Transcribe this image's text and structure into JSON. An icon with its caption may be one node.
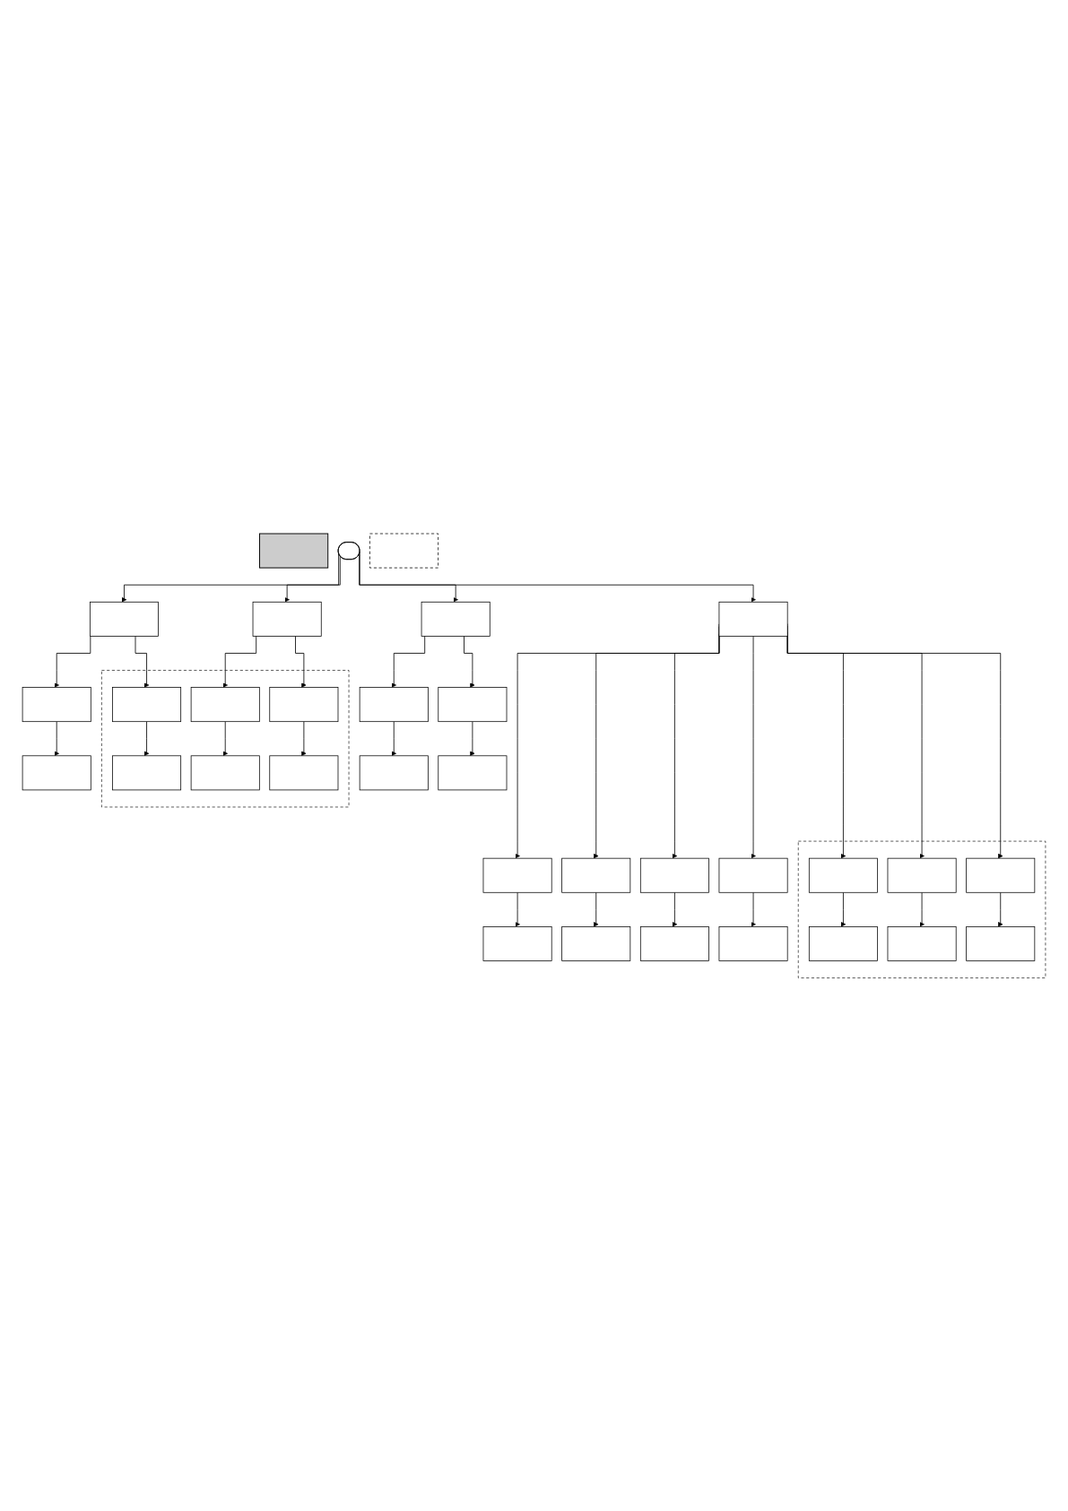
{
  "diagram": {
    "nodes": [
      {
        "text": [],
        "shape": "bar"
      },
      {
        "text": [],
        "shape": "stadium"
      },
      {
        "text": [],
        "shape": "box"
      },
      {
        "text": [],
        "shape": "box"
      },
      {
        "text": [],
        "shape": "box"
      },
      {
        "text": [],
        "shape": "box"
      },
      {
        "text": [],
        "shape": "box"
      },
      {
        "text": [],
        "shape": "box"
      },
      {
        "text": [],
        "shape": "box",
        "in": 6
      },
      {
        "text": [],
        "shape": "box",
        "in": 6
      },
      {
        "text": [],
        "shape": "box",
        "in": 6
      },
      {
        "text": [],
        "shape": "box"
      },
      {
        "text": [],
        "shape": "box"
      },
      {
        "text": [],
        "shape": "box"
      },
      {
        "text": [],
        "shape": "box",
        "in": 6
      },
      {
        "text": [],
        "shape": "box",
        "in": 6
      },
      {
        "text": [],
        "shape": "box",
        "in": 6
      },
      {
        "text": [],
        "shape": "box"
      },
      {
        "text": [],
        "shape": "box"
      },
      {
        "text": [],
        "shape": "box"
      },
      {
        "text": [],
        "shape": "box"
      },
      {
        "text": [],
        "shape": "box"
      },
      {
        "text": [],
        "shape": "box"
      },
      {
        "text": [],
        "shape": "box"
      },
      {
        "text": [],
        "shape": "box",
        "in": 19
      },
      {
        "text": [],
        "shape": "box",
        "in": 19
      },
      {
        "text": [],
        "shape": "box",
        "in": 19
      },
      {
        "text": [],
        "shape": "box"
      },
      {
        "text": [],
        "shape": "box"
      },
      {
        "text": [],
        "shape": "box"
      },
      {
        "text": [],
        "shape": "box"
      },
      {
        "text": [],
        "shape": "box",
        "in": 19
      },
      {
        "text": [],
        "shape": "box",
        "in": 19
      },
      {
        "text": [],
        "shape": "box",
        "in": 19
      },
      {
        "text": [],
        "shape": "box"
      }
    ],
    "edges": [
      {
        "from": 1,
        "to": 2,
        "arrow": "to"
      },
      {
        "from": 1,
        "to": 3,
        "arrow": "to"
      },
      {
        "from": 1,
        "to": 4,
        "arrow": "to"
      },
      {
        "from": 1,
        "to": 5,
        "arrow": "to"
      },
      {
        "from": 2,
        "to": 7,
        "arrow": "to"
      },
      {
        "from": 2,
        "to": 8,
        "arrow": "to"
      },
      {
        "from": 3,
        "to": 9,
        "arrow": "to"
      },
      {
        "from": 3,
        "to": 10,
        "arrow": "to"
      },
      {
        "from": 4,
        "to": 11,
        "arrow": "to"
      },
      {
        "from": 4,
        "to": 12,
        "arrow": "to"
      },
      {
        "from": 7,
        "to": 13,
        "arrow": "to"
      },
      {
        "from": 8,
        "to": 14,
        "arrow": "to"
      },
      {
        "from": 9,
        "to": 15,
        "arrow": "to"
      },
      {
        "from": 10,
        "to": 16,
        "arrow": "to"
      },
      {
        "from": 11,
        "to": 17,
        "arrow": "to"
      },
      {
        "from": 12,
        "to": 18,
        "arrow": "to"
      },
      {
        "from": 5,
        "to": 20,
        "arrow": "to"
      },
      {
        "from": 5,
        "to": 21,
        "arrow": "to"
      },
      {
        "from": 5,
        "to": 22,
        "arrow": "to"
      },
      {
        "from": 5,
        "to": 23,
        "arrow": "to"
      },
      {
        "from": 5,
        "to": 24,
        "arrow": "to"
      },
      {
        "from": 5,
        "to": 25,
        "arrow": "to"
      },
      {
        "from": 5,
        "to": 26,
        "arrow": "to"
      },
      {
        "from": 20,
        "to": 27,
        "arrow": "to"
      },
      {
        "from": 21,
        "to": 28,
        "arrow": "to"
      },
      {
        "from": 22,
        "to": 29,
        "arrow": "to"
      },
      {
        "from": 23,
        "to": 30,
        "arrow": "to"
      },
      {
        "from": 24,
        "to": 31,
        "arrow": "to"
      },
      {
        "from": 25,
        "to": 32,
        "arrow": "to"
      },
      {
        "from": 26,
        "to": 33,
        "arrow": "to"
      }
    ]
  }
}
